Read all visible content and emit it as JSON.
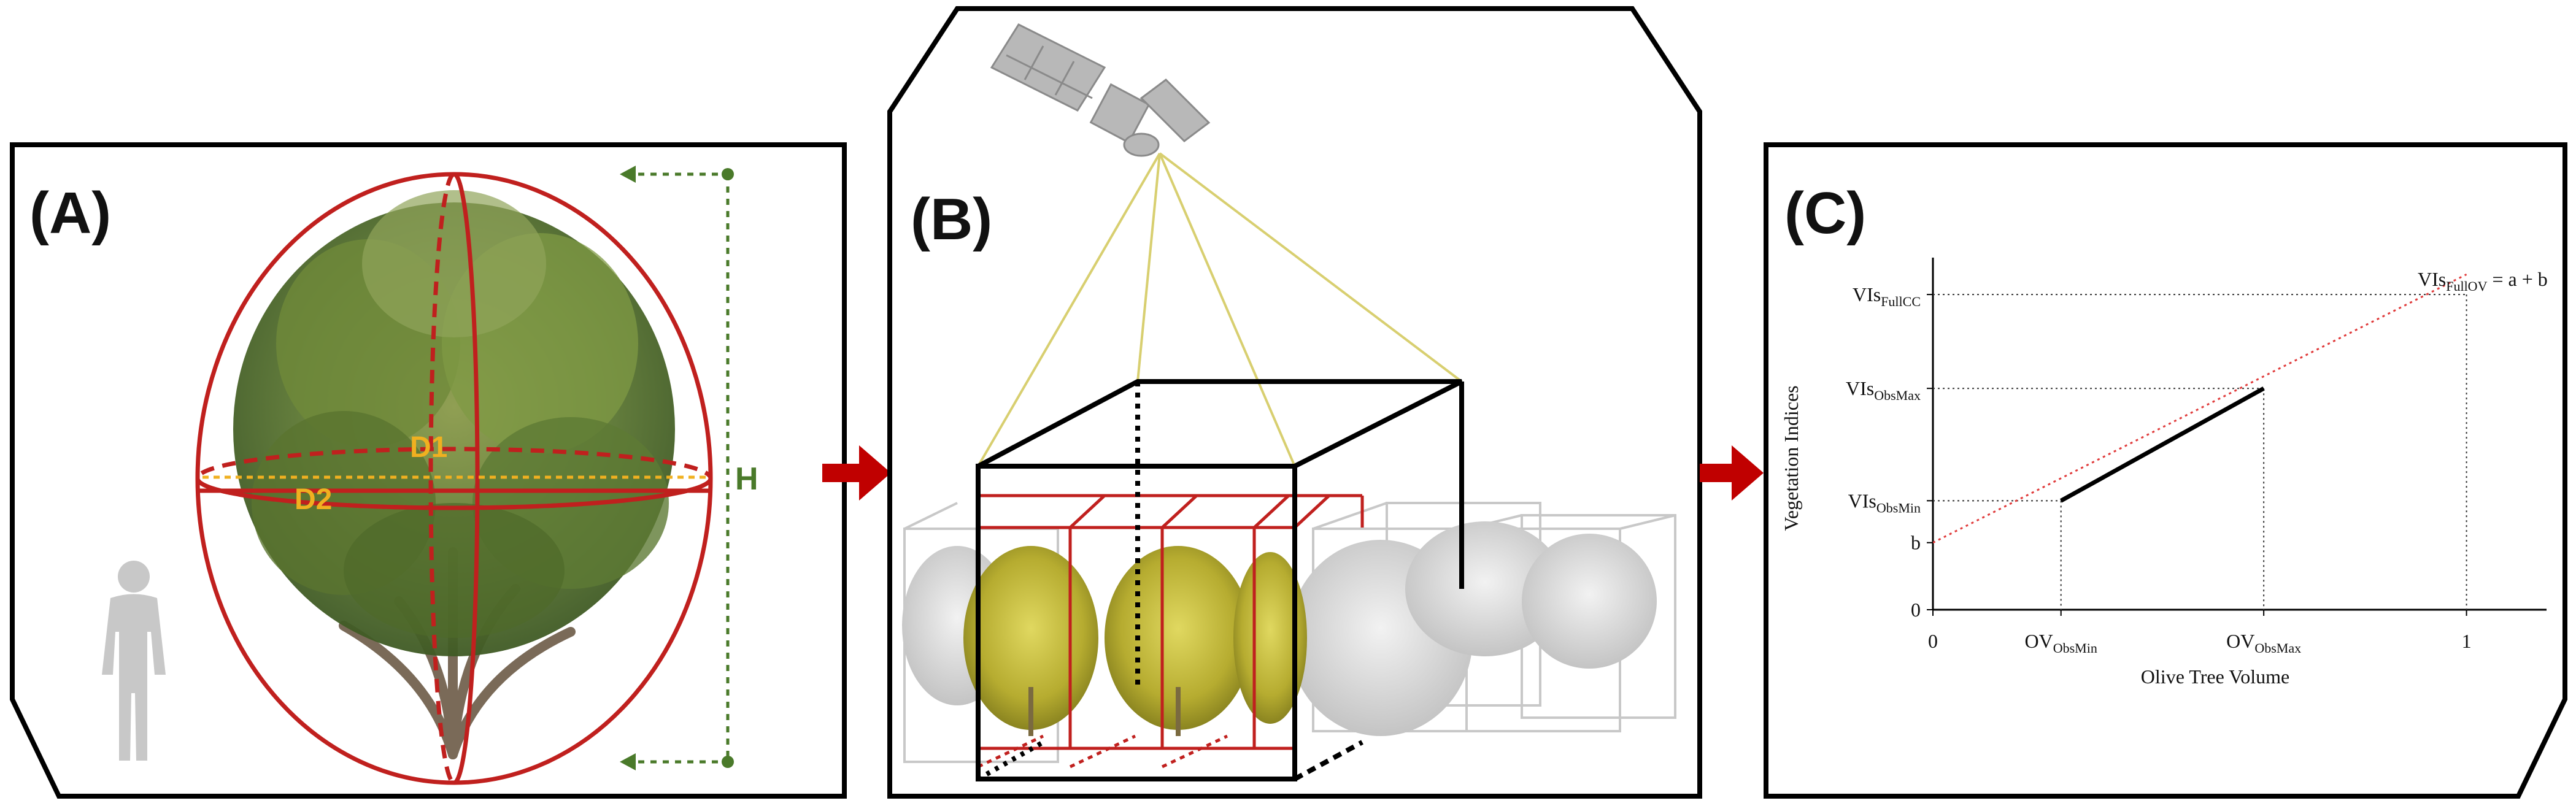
{
  "panels": {
    "a": {
      "label": "(A)",
      "d1_label": "D1",
      "d2_label": "D2",
      "h_label": "H"
    },
    "b": {
      "label": "(B)"
    },
    "c": {
      "label": "(C)",
      "formula_prefix": "VIs",
      "formula_sub": "FullOV",
      "formula_suffix": " = a + b"
    }
  },
  "colors": {
    "ellipse": "#c0201e",
    "arrow": "#c00000",
    "height_line": "#4a7a2a",
    "dim_line": "#f0b020",
    "satellite_beam": "#d8cf70",
    "canopy_green": "#6f8a3a",
    "canopy_yellow": "#c8c040",
    "ghost_grey": "#c8c8c8"
  },
  "icons": [
    "olive-tree-icon",
    "person-silhouette-icon",
    "satellite-icon"
  ],
  "chart_data": {
    "type": "line",
    "title": "",
    "xlabel": "Olive Tree Volume",
    "ylabel": "Vegetation Indices",
    "x_ticks": [
      {
        "main": "0",
        "sub": "",
        "value": 0
      },
      {
        "main": "OV",
        "sub": "ObsMin",
        "value": 0.24
      },
      {
        "main": "OV",
        "sub": "ObsMax",
        "value": 0.62
      },
      {
        "main": "1",
        "sub": "",
        "value": 1
      }
    ],
    "y_ticks": [
      {
        "main": "0",
        "sub": "",
        "value": 0
      },
      {
        "main": "b",
        "sub": "",
        "value": 0.2
      },
      {
        "main": "VIs",
        "sub": "ObsMin",
        "value": 0.325
      },
      {
        "main": "VIs",
        "sub": "ObsMax",
        "value": 0.66
      },
      {
        "main": "VIs",
        "sub": "FullCC",
        "value": 0.94
      }
    ],
    "series": [
      {
        "style": "solid",
        "x": [
          0.24,
          0.62
        ],
        "y": [
          0.325,
          0.66
        ]
      },
      {
        "style": "dotted",
        "x": [
          0,
          1
        ],
        "y": [
          0.2,
          1.0
        ]
      }
    ],
    "xlim": [
      0,
      1.15
    ],
    "ylim": [
      0,
      1.05
    ],
    "grid": false
  }
}
